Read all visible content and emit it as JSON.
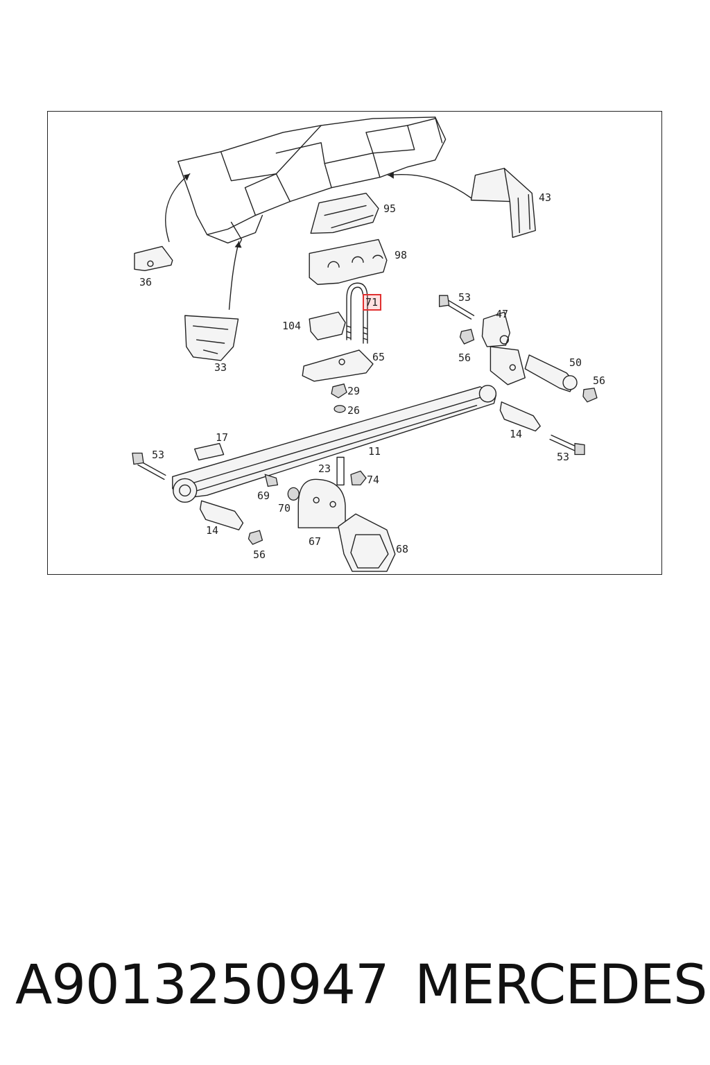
{
  "diagram": {
    "labels": {
      "p95": "95",
      "p98": "98",
      "p43": "43",
      "p36": "36",
      "p33": "33",
      "p71": "71",
      "p104": "104",
      "p65": "65",
      "p29": "29",
      "p26": "26",
      "p53a": "53",
      "p47": "47",
      "p56a": "56",
      "p50": "50",
      "p56b": "56",
      "p14a": "14",
      "p53b": "53",
      "p17": "17",
      "p53c": "53",
      "p11": "11",
      "p23": "23",
      "p74": "74",
      "p69": "69",
      "p70": "70",
      "p14b": "14",
      "p56c": "56",
      "p67": "67",
      "p68": "68"
    },
    "highlighted_part": "71",
    "highlight_color": "#e03030"
  },
  "footer": {
    "part_number": "A9013250947",
    "brand": "MERCEDES"
  }
}
